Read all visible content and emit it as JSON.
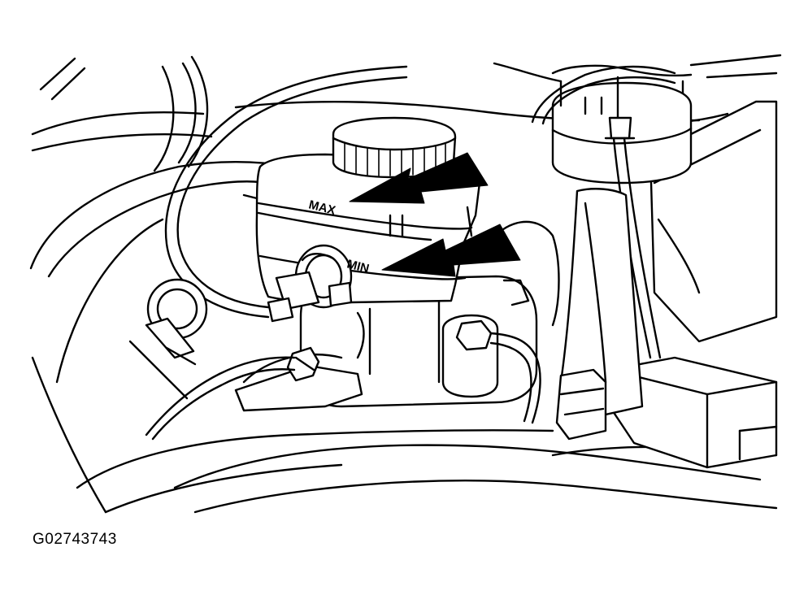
{
  "labels": {
    "max": "MAX",
    "min": "MIN"
  },
  "figure_id": "G02743743",
  "colors": {
    "line": "#000000",
    "background": "#ffffff"
  }
}
